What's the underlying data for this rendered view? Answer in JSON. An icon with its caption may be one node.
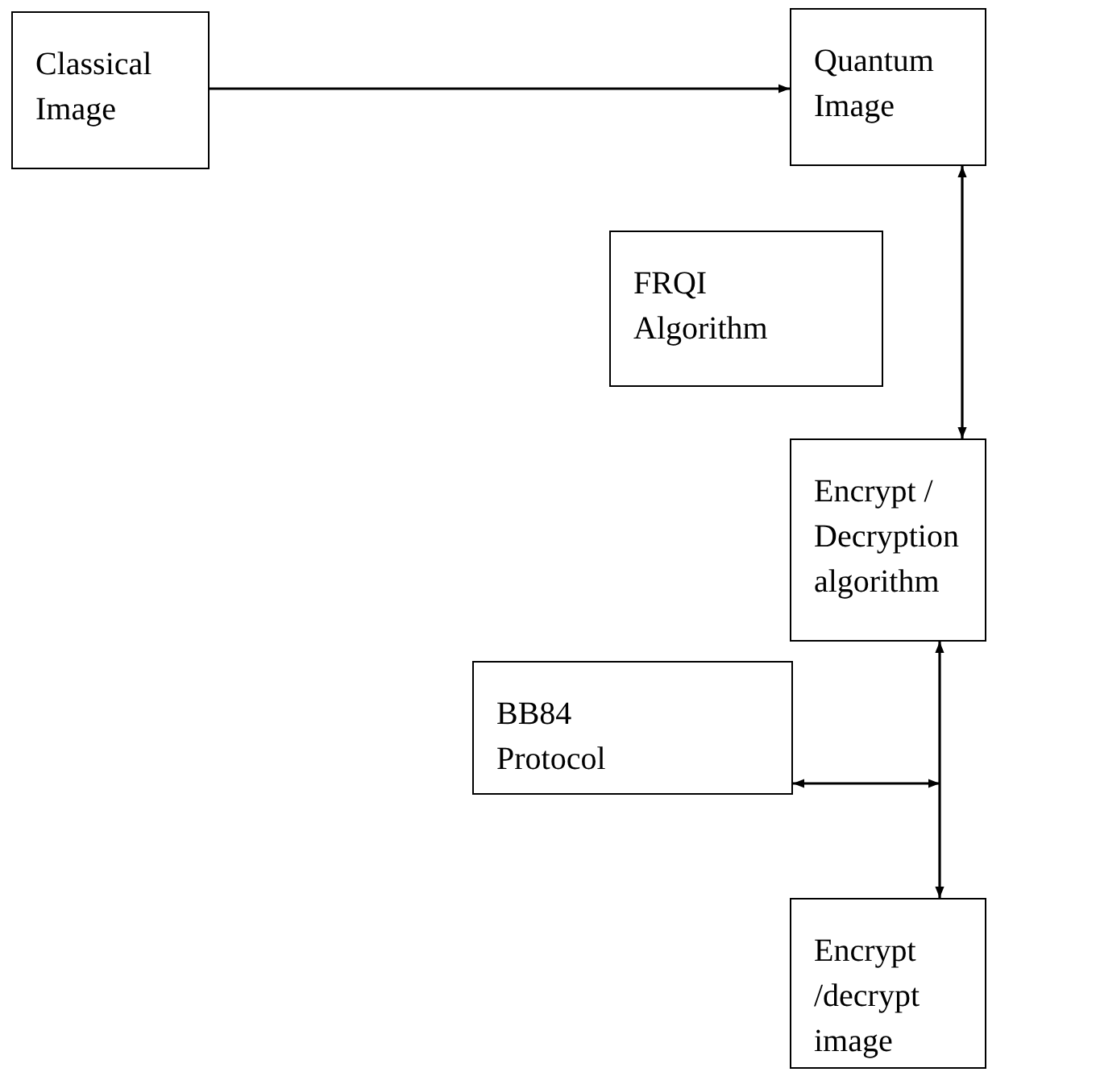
{
  "diagram": {
    "nodes": [
      {
        "text": [
          "Classical Image"
        ]
      },
      {
        "text": [
          "Quantum Image"
        ]
      },
      {
        "text": [
          "FRQI Algorithm"
        ]
      },
      {
        "text": [
          "Encrypt / Decryption algorithm"
        ]
      },
      {
        "text": [
          "BB84 Protocol"
        ]
      },
      {
        "text": [
          "Encrypt /decrypt image"
        ]
      }
    ],
    "edges": [
      {
        "from": 0,
        "to": 1,
        "arrow": "to"
      },
      {
        "from": 1,
        "to": 3,
        "arrow": "both"
      },
      {
        "from": 3,
        "to": 5,
        "arrow": "both"
      },
      {
        "from": 4,
        "to": null,
        "arrow": "both"
      }
    ]
  }
}
